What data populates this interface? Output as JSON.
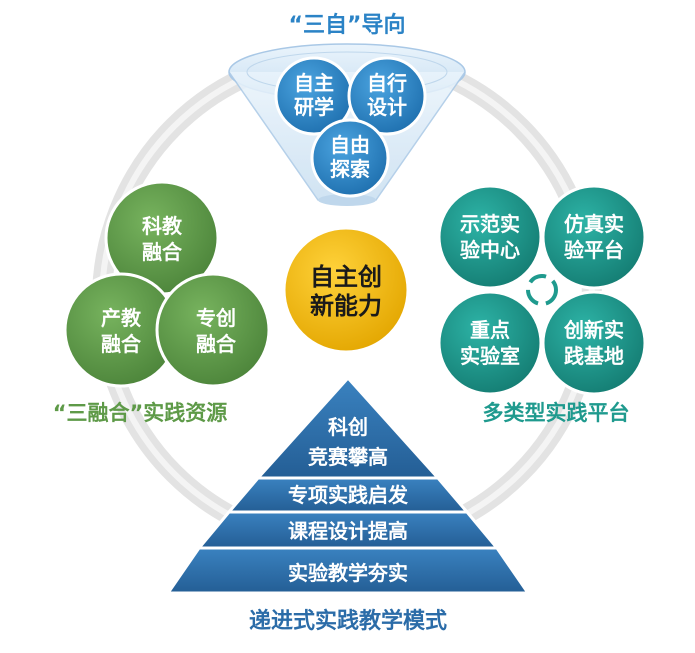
{
  "top": {
    "title": "“三自”导向",
    "c1": [
      "自主",
      "研学"
    ],
    "c2": [
      "自行",
      "设计"
    ],
    "c3": [
      "自由",
      "探索"
    ]
  },
  "center": [
    "自主创",
    "新能力"
  ],
  "left": {
    "title": "“三融合”实践资源",
    "c1": [
      "科教",
      "融合"
    ],
    "c2": [
      "产教",
      "融合"
    ],
    "c3": [
      "专创",
      "融合"
    ]
  },
  "right": {
    "title": "多类型实践平台",
    "c1": [
      "示范实",
      "验中心"
    ],
    "c2": [
      "仿真实",
      "验平台"
    ],
    "c3": [
      "重点",
      "实验室"
    ],
    "c4": [
      "创新实",
      "践基地"
    ]
  },
  "pyramid": {
    "title": "递进式实践教学模式",
    "l1": [
      "科创",
      "竞赛攀高"
    ],
    "l2": "专项实践启发",
    "l3": "课程设计提高",
    "l4": "实验教学夯实"
  },
  "colors": {
    "blue": "#2B83C6",
    "teal": "#1F9A8E",
    "green": "#5E9A48",
    "gold": "#F2B705",
    "pyramid": "#2F6FA8",
    "ring": "#E6E6E6"
  }
}
